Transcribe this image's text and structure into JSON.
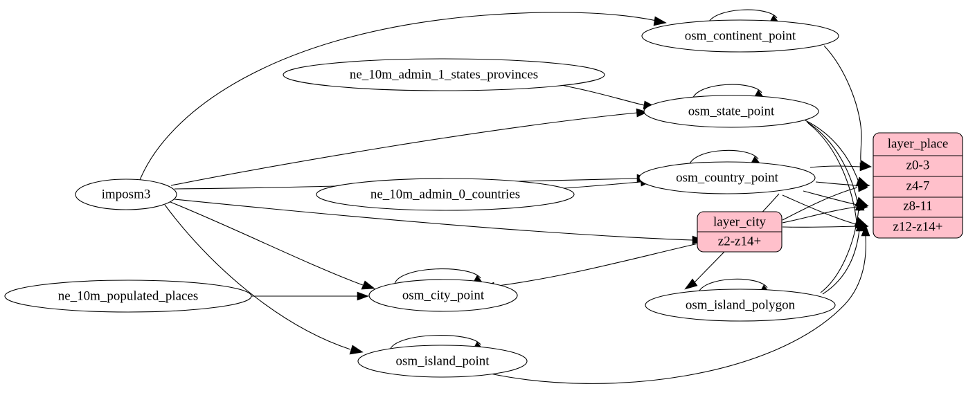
{
  "diagram": {
    "type": "directed-graph",
    "title": "",
    "background_color": "#ffffff",
    "edge_color": "#000000",
    "highlight_color": "#ffc0cb"
  },
  "nodes": {
    "imposm3": {
      "label": "imposm3",
      "shape": "ellipse",
      "fill": "#ffffff"
    },
    "ne_states": {
      "label": "ne_10m_admin_1_states_provinces",
      "shape": "ellipse",
      "fill": "#ffffff"
    },
    "ne_countries": {
      "label": "ne_10m_admin_0_countries",
      "shape": "ellipse",
      "fill": "#ffffff"
    },
    "ne_places": {
      "label": "ne_10m_populated_places",
      "shape": "ellipse",
      "fill": "#ffffff"
    },
    "osm_continent_point": {
      "label": "osm_continent_point",
      "shape": "ellipse",
      "fill": "#ffffff"
    },
    "osm_state_point": {
      "label": "osm_state_point",
      "shape": "ellipse",
      "fill": "#ffffff"
    },
    "osm_country_point": {
      "label": "osm_country_point",
      "shape": "ellipse",
      "fill": "#ffffff"
    },
    "osm_city_point": {
      "label": "osm_city_point",
      "shape": "ellipse",
      "fill": "#ffffff"
    },
    "osm_island_point": {
      "label": "osm_island_point",
      "shape": "ellipse",
      "fill": "#ffffff"
    },
    "osm_island_polygon": {
      "label": "osm_island_polygon",
      "shape": "ellipse",
      "fill": "#ffffff"
    }
  },
  "layer_place": {
    "title": "layer_place",
    "fill": "#ffc0cb",
    "rows": [
      {
        "label": "z0-3"
      },
      {
        "label": "z4-7"
      },
      {
        "label": "z8-11"
      },
      {
        "label": "z12-z14+"
      }
    ]
  },
  "layer_city": {
    "title": "layer_city",
    "fill": "#ffc0cb",
    "rows": [
      {
        "label": "z2-z14+"
      }
    ]
  },
  "edges": [
    {
      "from": "imposm3",
      "to": "osm_continent_point"
    },
    {
      "from": "imposm3",
      "to": "osm_state_point"
    },
    {
      "from": "imposm3",
      "to": "osm_country_point"
    },
    {
      "from": "imposm3",
      "to": "layer_city.z2-z14+"
    },
    {
      "from": "imposm3",
      "to": "osm_city_point"
    },
    {
      "from": "imposm3",
      "to": "osm_island_point"
    },
    {
      "from": "ne_10m_admin_1_states_provinces",
      "to": "osm_state_point"
    },
    {
      "from": "ne_10m_admin_0_countries",
      "to": "osm_country_point"
    },
    {
      "from": "ne_10m_populated_places",
      "to": "osm_city_point"
    },
    {
      "from": "osm_continent_point",
      "to": "osm_continent_point"
    },
    {
      "from": "osm_state_point",
      "to": "osm_state_point"
    },
    {
      "from": "osm_country_point",
      "to": "osm_country_point"
    },
    {
      "from": "osm_city_point",
      "to": "osm_city_point"
    },
    {
      "from": "osm_island_point",
      "to": "osm_island_point"
    },
    {
      "from": "osm_island_polygon",
      "to": "osm_island_polygon"
    },
    {
      "from": "osm_continent_point",
      "to": "layer_place.z0-3"
    },
    {
      "from": "osm_state_point",
      "to": "layer_place.z4-7"
    },
    {
      "from": "osm_state_point",
      "to": "layer_place.z8-11"
    },
    {
      "from": "osm_state_point",
      "to": "layer_place.z12-z14+"
    },
    {
      "from": "osm_country_point",
      "to": "layer_place.z0-3"
    },
    {
      "from": "osm_country_point",
      "to": "layer_place.z4-7"
    },
    {
      "from": "osm_country_point",
      "to": "layer_place.z8-11"
    },
    {
      "from": "osm_country_point",
      "to": "layer_place.z12-z14+"
    },
    {
      "from": "layer_city",
      "to": "layer_place.z4-7"
    },
    {
      "from": "layer_city",
      "to": "layer_place.z8-11"
    },
    {
      "from": "layer_city",
      "to": "layer_place.z12-z14+"
    },
    {
      "from": "osm_island_polygon",
      "to": "layer_place.z8-11"
    },
    {
      "from": "osm_island_polygon",
      "to": "layer_place.z12-z14+"
    },
    {
      "from": "osm_island_point",
      "to": "layer_place.z12-z14+"
    },
    {
      "from": "layer_city.z2-z14+",
      "to": "osm_city_point"
    }
  ]
}
